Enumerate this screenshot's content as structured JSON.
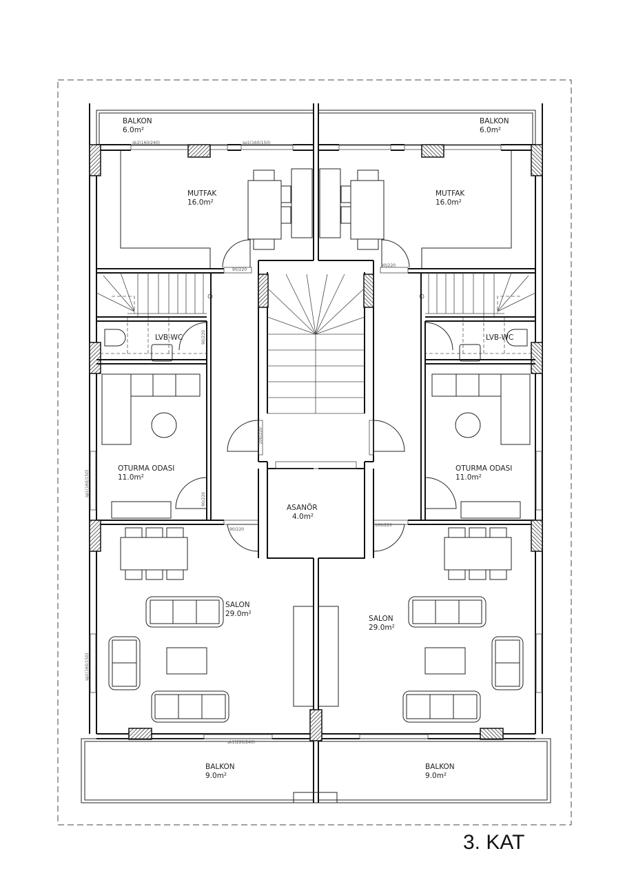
{
  "plan": {
    "title": "3. KAT",
    "rooms_left": {
      "balkon_top": {
        "name": "BALKON",
        "area": "6.0m²"
      },
      "mutfak": {
        "name": "MUTFAK",
        "area": "16.0m²"
      },
      "lvb_wc": {
        "name": "LVB-WC"
      },
      "oturma": {
        "name": "OTURMA ODASI",
        "area": "11.0m²"
      },
      "salon": {
        "name": "SALON",
        "area": "29.0m²"
      },
      "balkon_bottom": {
        "name": "BALKON",
        "area": "9.0m²"
      }
    },
    "rooms_right": {
      "balkon_top": {
        "name": "BALKON",
        "area": "6.0m²"
      },
      "mutfak": {
        "name": "MUTFAK",
        "area": "16.0m²"
      },
      "lvb_wc": {
        "name": "LVB-WC"
      },
      "oturma": {
        "name": "OTURMA ODASI",
        "area": "11.0m²"
      },
      "salon": {
        "name": "SALON",
        "area": "29.0m²"
      },
      "balkon_bottom": {
        "name": "BALKON",
        "area": "9.0m²"
      }
    },
    "core": {
      "asansor": {
        "name": "ASANÖR",
        "area": "4.0m²"
      }
    },
    "openings": {
      "window_sk2": "sk2(160/240)",
      "window_sp1": "sp1(160/150)",
      "window_sk1": "sk1(220/240)",
      "door_90": "90/220",
      "door_100": "100/220"
    }
  }
}
